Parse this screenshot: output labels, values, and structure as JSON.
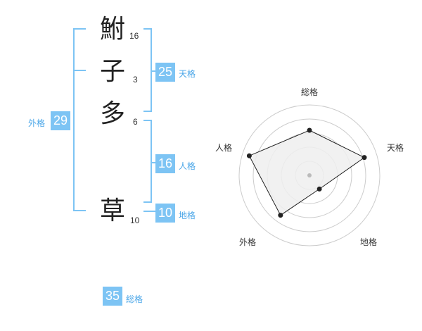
{
  "name_chars": [
    {
      "char": "鮒",
      "strokes": "16"
    },
    {
      "char": "子",
      "strokes": "3"
    },
    {
      "char": "多",
      "strokes": "6"
    },
    {
      "char": "草",
      "strokes": "10"
    }
  ],
  "badges": {
    "tenkaku": {
      "value": "25",
      "label": "天格"
    },
    "jinkaku": {
      "value": "16",
      "label": "人格"
    },
    "chikaku": {
      "value": "10",
      "label": "地格"
    },
    "gaikaku": {
      "value": "29",
      "label": "外格"
    },
    "soukaku": {
      "value": "35",
      "label": "総格"
    }
  },
  "radar": {
    "axes": [
      "総格",
      "天格",
      "地格",
      "外格",
      "人格"
    ],
    "levels": 5,
    "values": [
      0.64,
      0.82,
      0.24,
      0.7,
      0.9
    ],
    "fill_color": "#eeeeee",
    "line_color": "#222222",
    "grid_color": "#cccccc"
  }
}
